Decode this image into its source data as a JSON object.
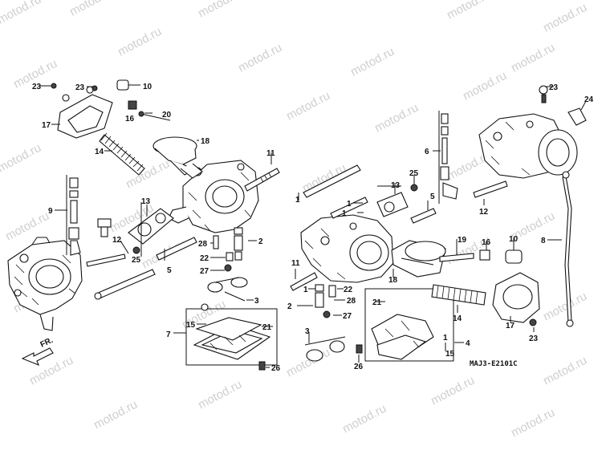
{
  "watermark": "motod.ru",
  "diagram_code": "MAJ3-E2101C",
  "direction_label": "FR.",
  "callouts": [
    "23",
    "23",
    "10",
    "16",
    "20",
    "17",
    "18",
    "14",
    "11",
    "9",
    "13",
    "25",
    "12",
    "5",
    "28",
    "22",
    "27",
    "2",
    "3",
    "7",
    "15",
    "21",
    "26",
    "1",
    "1",
    "1",
    "13",
    "25",
    "5",
    "11",
    "2",
    "1",
    "22",
    "28",
    "27",
    "3",
    "18",
    "19",
    "16",
    "10",
    "14",
    "4",
    "21",
    "1",
    "15",
    "26",
    "17",
    "23",
    "6",
    "23",
    "24",
    "12",
    "8"
  ]
}
